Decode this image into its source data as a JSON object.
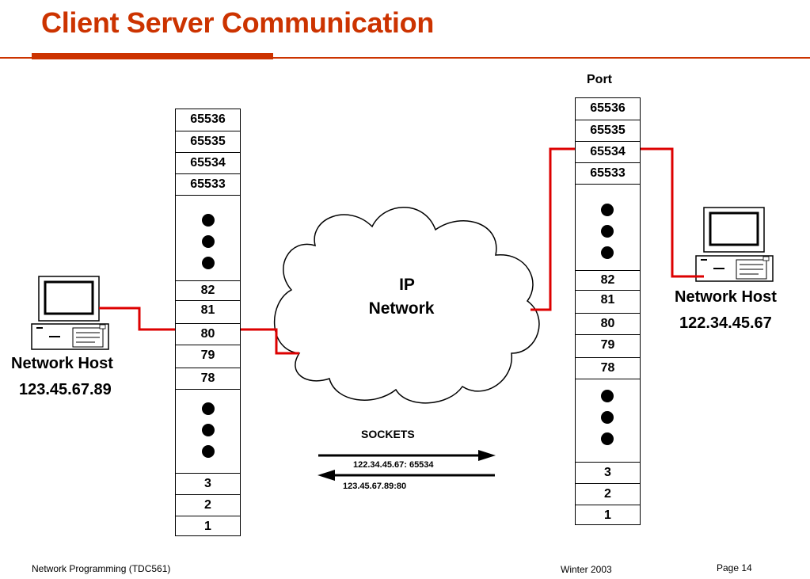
{
  "title": "Client Server Communication",
  "colors": {
    "accent": "#cc3300",
    "wire": "#dd0000"
  },
  "left_host": {
    "name": "Network Host",
    "address": "123.45.67.89"
  },
  "right_host": {
    "name": "Network Host",
    "address": "122.34.45.67"
  },
  "port_header": "Port",
  "left_ports": {
    "top": [
      "65536",
      "65535",
      "65534",
      "65533"
    ],
    "middle": [
      "82",
      "81",
      "80",
      "79",
      "78"
    ],
    "bottom": [
      "3",
      "2",
      "1"
    ]
  },
  "right_ports": {
    "top": [
      "65536",
      "65535",
      "65534",
      "65533"
    ],
    "middle": [
      "82",
      "81",
      "80",
      "79",
      "78"
    ],
    "bottom": [
      "3",
      "2",
      "1"
    ]
  },
  "network": {
    "line1": "IP",
    "line2": "Network"
  },
  "sockets": {
    "title": "SOCKETS",
    "forward": "122.34.45.67: 65534",
    "backward": "123.45.67.89:80"
  },
  "footer": {
    "course": "Network Programming (TDC561)",
    "term": "Winter 2003",
    "page": "Page 14"
  }
}
